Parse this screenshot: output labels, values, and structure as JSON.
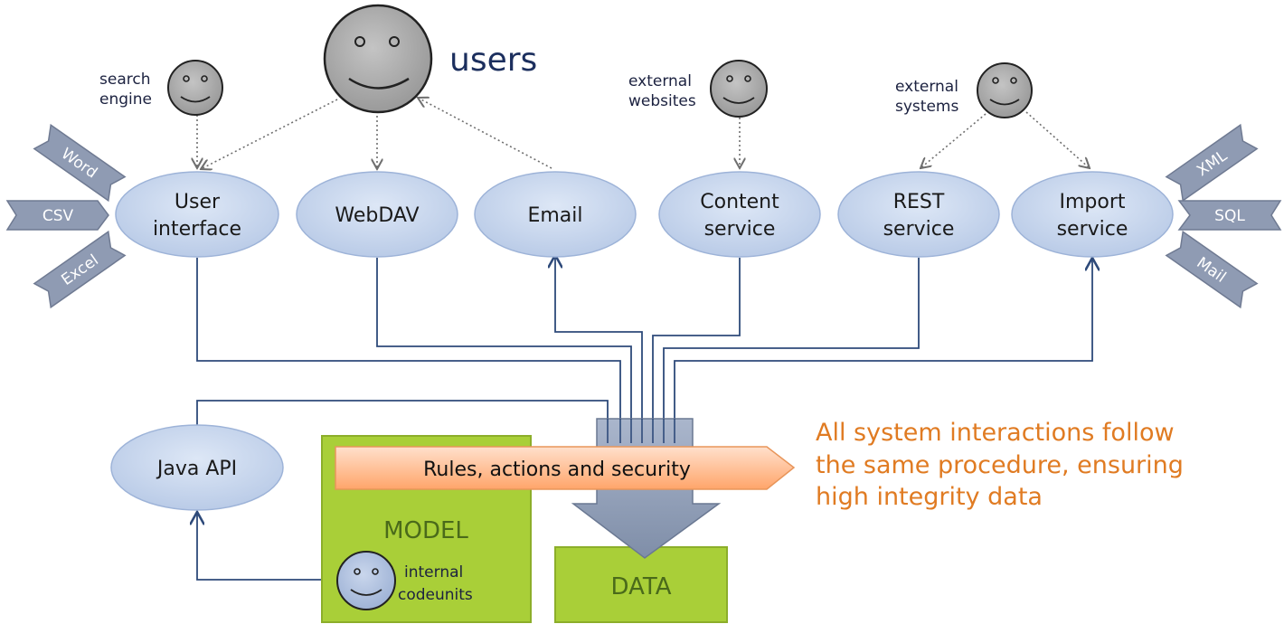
{
  "actors": {
    "users": "users",
    "search_engine": [
      "search",
      "engine"
    ],
    "external_websites": [
      "external",
      "websites"
    ],
    "external_systems": [
      "external",
      "systems"
    ],
    "internal_codeunits": [
      "internal",
      "codeunits"
    ]
  },
  "services": {
    "user_interface": [
      "User",
      "interface"
    ],
    "webdav": "WebDAV",
    "email": "Email",
    "content_service": [
      "Content",
      "service"
    ],
    "rest_service": [
      "REST",
      "service"
    ],
    "import_service": [
      "Import",
      "service"
    ],
    "java_api": "Java API"
  },
  "formats": {
    "left": [
      "Word",
      "CSV",
      "Excel"
    ],
    "right": [
      "XML",
      "SQL",
      "Mail"
    ]
  },
  "boxes": {
    "model": "MODEL",
    "data": "DATA"
  },
  "rules_banner": "Rules, actions and security",
  "note": [
    "All system interactions follow",
    "the same procedure, ensuring",
    "high integrity data"
  ],
  "colors": {
    "service_fill": "#c5d5ee",
    "service_stroke": "#9db3d8",
    "face_fill": "#a4a4a4",
    "box_fill": "#a9cf38",
    "tag_fill": "#8f9bb3",
    "connector": "#2e4a7a",
    "banner_fill": "#ffb98a",
    "note_color": "#e07b22"
  }
}
